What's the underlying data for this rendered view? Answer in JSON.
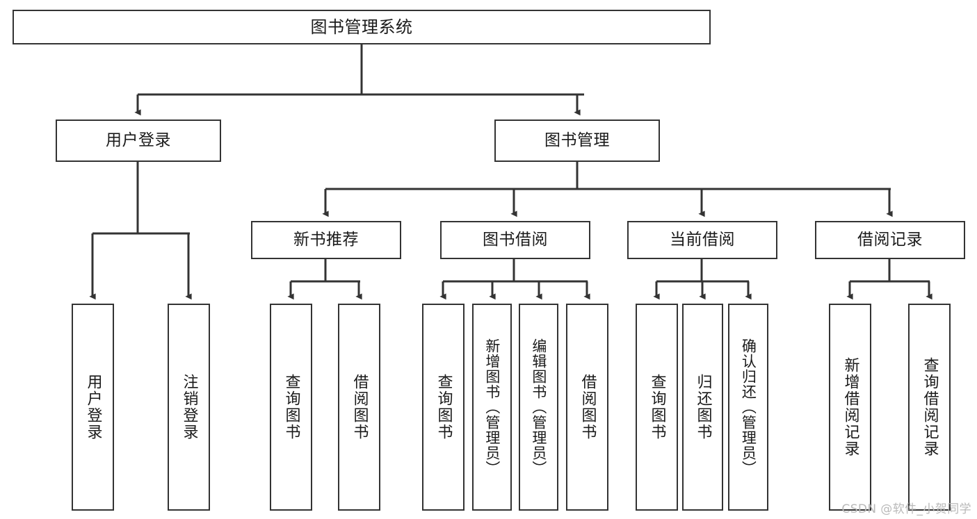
{
  "diagram": {
    "title": "图书管理系统",
    "type": "tree",
    "watermark": "CSDN @软件_小贺同学",
    "colors": {
      "stroke": "#333333",
      "fill": "#ffffff",
      "text": "#1a1a1a",
      "watermark": "#b9b9b9"
    },
    "levels": {
      "root": [
        "图书管理系统"
      ],
      "level2": [
        "用户登录",
        "图书管理"
      ],
      "level3": [
        "新书推荐",
        "图书借阅",
        "当前借阅",
        "借阅记录"
      ],
      "leaves": [
        "用户登录",
        "注销登录",
        "查询图书",
        "借阅图书",
        "查询图书",
        "新增图书（管理员）",
        "编辑图书（管理员）",
        "借阅图书",
        "查询图书",
        "归还图书",
        "确认归还（管理员）",
        "新增借阅记录",
        "查询借阅记录"
      ]
    },
    "nodes": {
      "root": {
        "label": "图书管理系统"
      },
      "user_login": {
        "label": "用户登录"
      },
      "book_manage": {
        "label": "图书管理"
      },
      "new_book_rec": {
        "label": "新书推荐"
      },
      "book_borrow": {
        "label": "图书借阅"
      },
      "current_borrow": {
        "label": "当前借阅"
      },
      "borrow_record": {
        "label": "借阅记录"
      },
      "leaf_user_login": {
        "label": "用户登录"
      },
      "leaf_logout": {
        "label": "注销登录"
      },
      "leaf_query_book_1": {
        "label": "查询图书"
      },
      "leaf_borrow_book_1": {
        "label": "借阅图书"
      },
      "leaf_query_book_2": {
        "label": "查询图书"
      },
      "leaf_add_book_admin": {
        "label": "新增图书（管理员）"
      },
      "leaf_edit_book_admin": {
        "label": "编辑图书（管理员）"
      },
      "leaf_borrow_book_2": {
        "label": "借阅图书"
      },
      "leaf_query_book_3": {
        "label": "查询图书"
      },
      "leaf_return_book": {
        "label": "归还图书"
      },
      "leaf_confirm_return_admin": {
        "label": "确认归还（管理员）"
      },
      "leaf_add_borrow_record": {
        "label": "新增借阅记录"
      },
      "leaf_query_borrow_record": {
        "label": "查询借阅记录"
      }
    },
    "edges": [
      {
        "from": "root",
        "to": "user_login"
      },
      {
        "from": "root",
        "to": "book_manage"
      },
      {
        "from": "user_login",
        "to": "leaf_user_login"
      },
      {
        "from": "user_login",
        "to": "leaf_logout"
      },
      {
        "from": "book_manage",
        "to": "new_book_rec"
      },
      {
        "from": "book_manage",
        "to": "book_borrow"
      },
      {
        "from": "book_manage",
        "to": "current_borrow"
      },
      {
        "from": "book_manage",
        "to": "borrow_record"
      },
      {
        "from": "new_book_rec",
        "to": "leaf_query_book_1"
      },
      {
        "from": "new_book_rec",
        "to": "leaf_borrow_book_1"
      },
      {
        "from": "book_borrow",
        "to": "leaf_query_book_2"
      },
      {
        "from": "book_borrow",
        "to": "leaf_add_book_admin"
      },
      {
        "from": "book_borrow",
        "to": "leaf_edit_book_admin"
      },
      {
        "from": "book_borrow",
        "to": "leaf_borrow_book_2"
      },
      {
        "from": "current_borrow",
        "to": "leaf_query_book_3"
      },
      {
        "from": "current_borrow",
        "to": "leaf_return_book"
      },
      {
        "from": "current_borrow",
        "to": "leaf_confirm_return_admin"
      },
      {
        "from": "borrow_record",
        "to": "leaf_add_borrow_record"
      },
      {
        "from": "borrow_record",
        "to": "leaf_query_borrow_record"
      }
    ]
  }
}
